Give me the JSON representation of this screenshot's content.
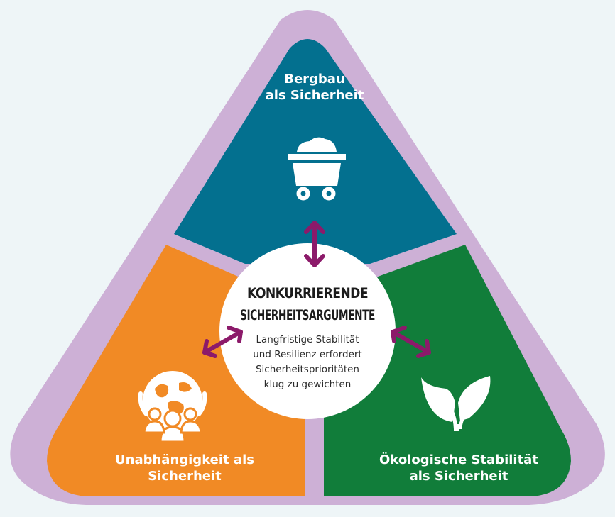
{
  "segments": {
    "top": {
      "line1": "Bergbau",
      "line2": "als Sicherheit",
      "icon": "mine-cart-icon",
      "color": "#03708f"
    },
    "left": {
      "line1": "Unabhängigkeit als",
      "line2": "Sicherheit",
      "icon": "people-globe-icon",
      "color": "#f18a25"
    },
    "right": {
      "line1": "Ökologische Stabilität",
      "line2": "als Sicherheit",
      "icon": "leaf-sprout-icon",
      "color": "#117d3a"
    }
  },
  "center": {
    "title_line1": "KONKURRIERENDE",
    "title_line2": "SICHERHEITSARGUMENTE",
    "body": [
      "Langfristige Stabilität",
      "und Resilienz erfordert",
      "Sicherheitsprioritäten",
      "klug zu gewichten"
    ]
  },
  "colors": {
    "outer_border": "#cdb0d6",
    "arrow": "#8c1a6a",
    "background": "#eef5f7"
  }
}
